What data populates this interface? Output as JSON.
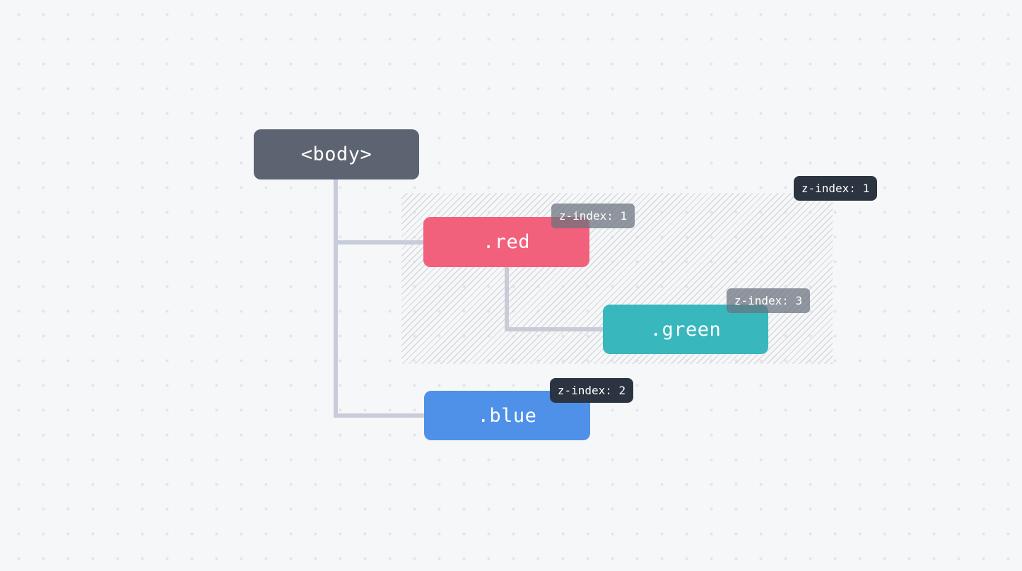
{
  "canvas": {
    "background": "#f6f7f9",
    "dot_color": "#e3e5ea",
    "connector_color": "#c7ccd8",
    "hatch_line_color": "#d6d8dc"
  },
  "stacking_context": {
    "label": "z-index: 1",
    "badge_color": "#2b3440"
  },
  "tree": {
    "root": {
      "label": "<body>",
      "color": "#5d6471"
    },
    "children": [
      {
        "id": "red",
        "label": ".red",
        "color": "#f2617c",
        "z_index_label": "z-index: 1",
        "badge_style": "translucent-gray",
        "children": [
          {
            "id": "green",
            "label": ".green",
            "color": "#38b7bd",
            "z_index_label": "z-index: 3",
            "badge_style": "translucent-gray"
          }
        ]
      },
      {
        "id": "blue",
        "label": ".blue",
        "color": "#4f91e8",
        "z_index_label": "z-index: 2",
        "badge_style": "dark",
        "badge_color": "#2b3440"
      }
    ]
  }
}
